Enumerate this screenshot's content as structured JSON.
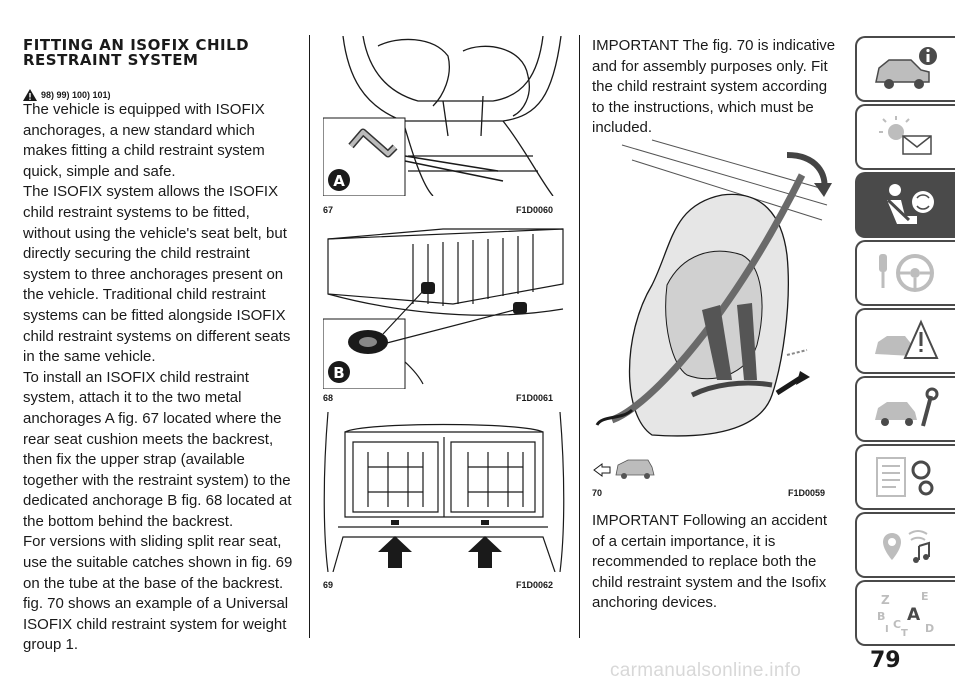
{
  "heading": "FITTING AN ISOFIX CHILD RESTRAINT SYSTEM",
  "warning_refs": "98) 99) 100) 101)",
  "left_paragraphs": [
    "The vehicle is equipped with ISOFIX anchorages, a new standard which makes fitting a child restraint system quick, simple and safe.",
    "The ISOFIX system allows the ISOFIX child restraint systems to be fitted, without using the vehicle's seat belt, but directly securing the child restraint system to three anchorages present on the vehicle. Traditional child restraint systems can be fitted alongside ISOFIX child restraint systems on different seats in the same vehicle.",
    "To install an ISOFIX child restraint system, attach it to the two metal anchorages A fig. 67 located where the rear seat cushion meets the backrest, then fix the upper strap (available together with the restraint system) to the dedicated anchorage B fig. 68 located at the bottom behind the backrest.",
    "For versions with sliding split rear seat, use the suitable catches shown in fig. 69 on the tube at the base of the backrest.",
    "fig. 70 shows an example of a Universal ISOFIX child restraint system for weight group 1."
  ],
  "figures": [
    {
      "number": "67",
      "code": "F1D0060",
      "label": "A"
    },
    {
      "number": "68",
      "code": "F1D0061",
      "label": "B"
    },
    {
      "number": "69",
      "code": "F1D0062"
    },
    {
      "number": "70",
      "code": "F1D0059"
    }
  ],
  "right_paragraph_top": "IMPORTANT The fig. 70 is indicative and for assembly purposes only. Fit the child restraint system according to the instructions, which must be included.",
  "right_paragraph_bottom": "IMPORTANT Following an accident of a certain importance, it is recommended to replace both the child restraint system and the Isofix anchoring devices.",
  "sidebar_tabs": [
    {
      "icon": "car-info-icon",
      "active": false
    },
    {
      "icon": "dashboard-lights-icon",
      "active": false
    },
    {
      "icon": "seat-airbag-icon",
      "active": true
    },
    {
      "icon": "key-steering-icon",
      "active": false
    },
    {
      "icon": "warning-triangle-icon",
      "active": false
    },
    {
      "icon": "car-wrench-icon",
      "active": false
    },
    {
      "icon": "data-gears-icon",
      "active": false
    },
    {
      "icon": "multimedia-icon",
      "active": false
    },
    {
      "icon": "index-letters-icon",
      "active": false
    }
  ],
  "index_letters": [
    "Z",
    "E",
    "B",
    "A",
    "I",
    "C",
    "T",
    "D"
  ],
  "page_number": "79",
  "watermark": "carmanualsonline.info",
  "colors": {
    "text": "#1a1a1a",
    "tab_border": "#4a4a4a",
    "active_tab": "#4a4a4a",
    "watermark": "#d8d8d8"
  }
}
